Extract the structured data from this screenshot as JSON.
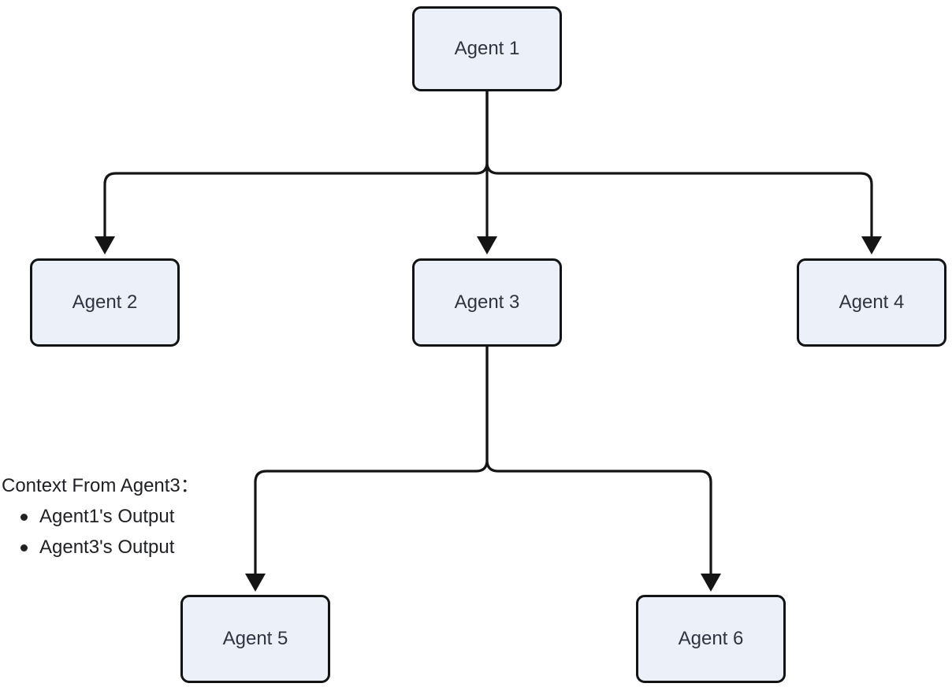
{
  "diagram": {
    "type": "flowchart",
    "direction": "top-down",
    "nodes": [
      {
        "id": "agent1",
        "label": "Agent 1"
      },
      {
        "id": "agent2",
        "label": "Agent 2"
      },
      {
        "id": "agent3",
        "label": "Agent 3"
      },
      {
        "id": "agent4",
        "label": "Agent 4"
      },
      {
        "id": "agent5",
        "label": "Agent 5"
      },
      {
        "id": "agent6",
        "label": "Agent 6"
      }
    ],
    "edges": [
      {
        "from": "agent1",
        "to": "agent2"
      },
      {
        "from": "agent1",
        "to": "agent3"
      },
      {
        "from": "agent1",
        "to": "agent4"
      },
      {
        "from": "agent3",
        "to": "agent5"
      },
      {
        "from": "agent3",
        "to": "agent6"
      }
    ],
    "annotation": {
      "title": "Context From Agent3：",
      "items": [
        "Agent1's Output",
        "Agent3's Output"
      ]
    },
    "colors": {
      "node_fill": "#ECF0F9",
      "node_border": "#121315",
      "node_text": "#2E3440",
      "edge_line": "#141414",
      "annotation_text": "#202124",
      "background": "#FFFFFF"
    }
  }
}
